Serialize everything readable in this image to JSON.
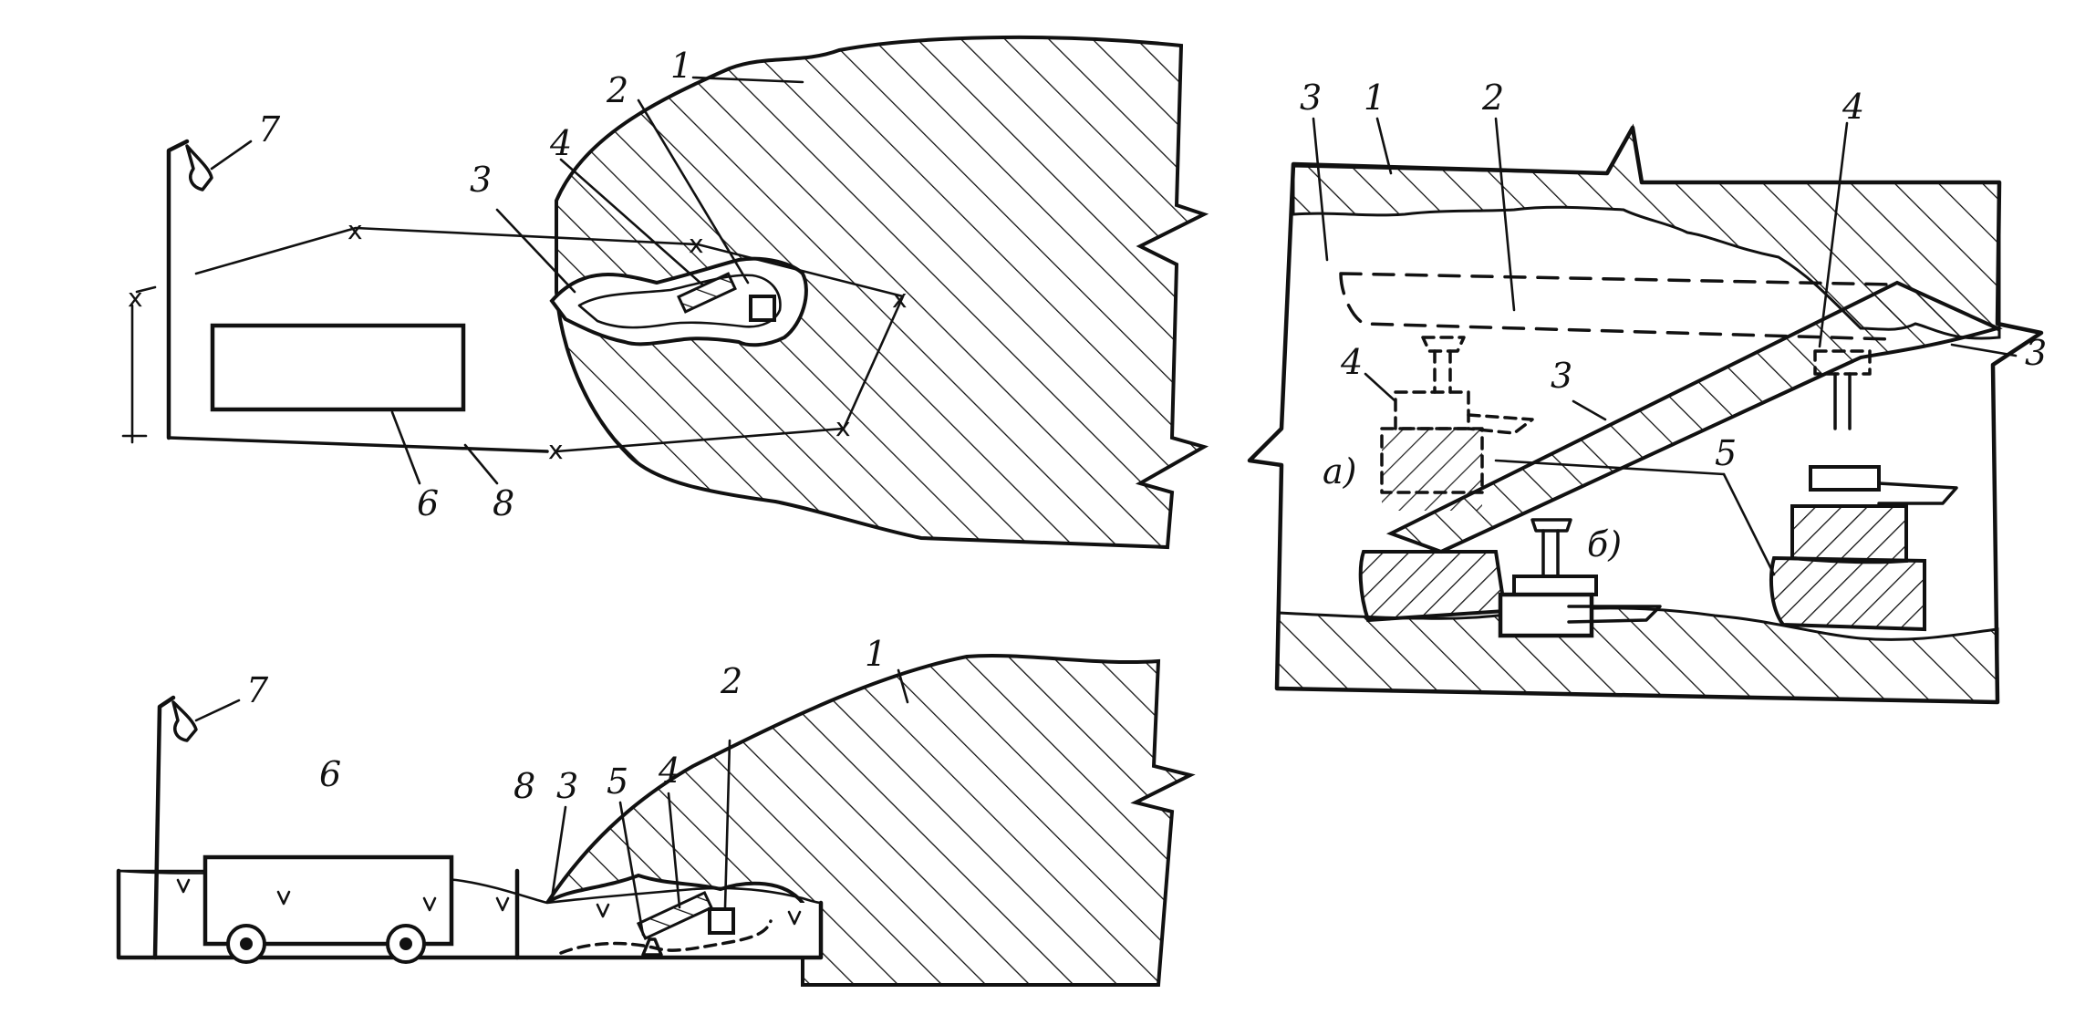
{
  "fig_plan": {
    "labels": {
      "one": "1",
      "two": "2",
      "three": "3",
      "four": "4",
      "six": "6",
      "seven": "7",
      "eight": "8"
    },
    "fence_marks": [
      "x",
      "x",
      "x",
      "x",
      "x",
      "x"
    ]
  },
  "fig_section": {
    "labels": {
      "one": "1",
      "two": "2",
      "three": "3",
      "four": "4",
      "five": "5",
      "six": "6",
      "seven": "7",
      "eight": "8"
    }
  },
  "fig_right": {
    "labels": {
      "three_a": "3",
      "one": "1",
      "two": "2",
      "four_a": "4",
      "four_b": "4",
      "three_b": "3",
      "three_c": "3",
      "five": "5",
      "variant_a": "а)",
      "variant_b": "б)"
    }
  }
}
